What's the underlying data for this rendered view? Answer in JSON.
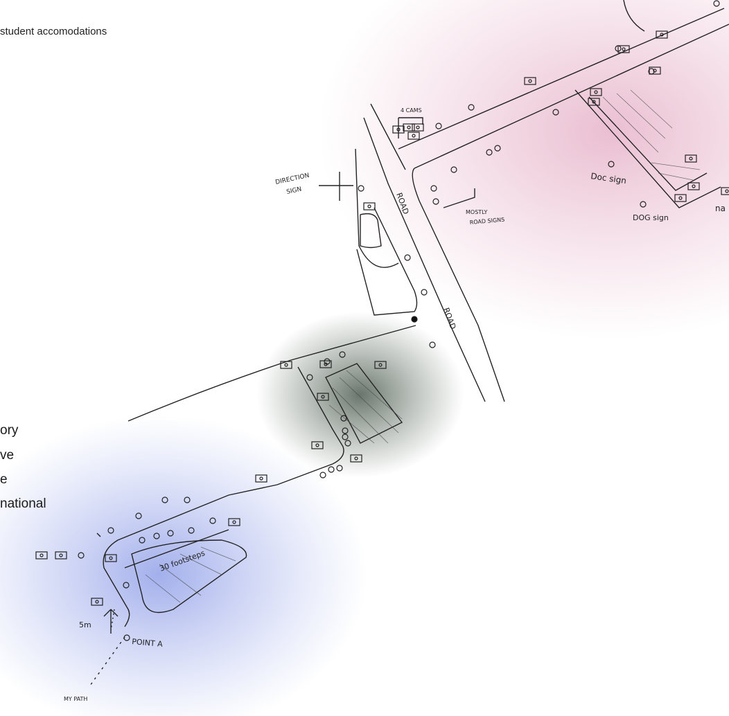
{
  "header": {
    "title": "student accomodations"
  },
  "legend": {
    "items": [
      "ory",
      "ve",
      "e",
      "national"
    ]
  },
  "map": {
    "labels": {
      "cams": "4 CAMS",
      "direction_sign_1": "DIRECTION",
      "direction_sign_2": "SIGN",
      "road_1": "ROAD",
      "road_2": "ROAD",
      "mostly_road_signs_1": "MOSTLY",
      "mostly_road_signs_2": "ROAD SIGNS",
      "doc_sign": "Doc sign",
      "dog_sign": "DOG sign",
      "na": "na",
      "footsteps": "30 footsteps",
      "distance": "5m",
      "point_a": "POINT A",
      "my_path": "MY PATH"
    },
    "colors": {
      "pink": "#e8b8cc",
      "green": "#5d6b5e",
      "blue": "#9aa8e8",
      "ink": "#222222"
    }
  }
}
